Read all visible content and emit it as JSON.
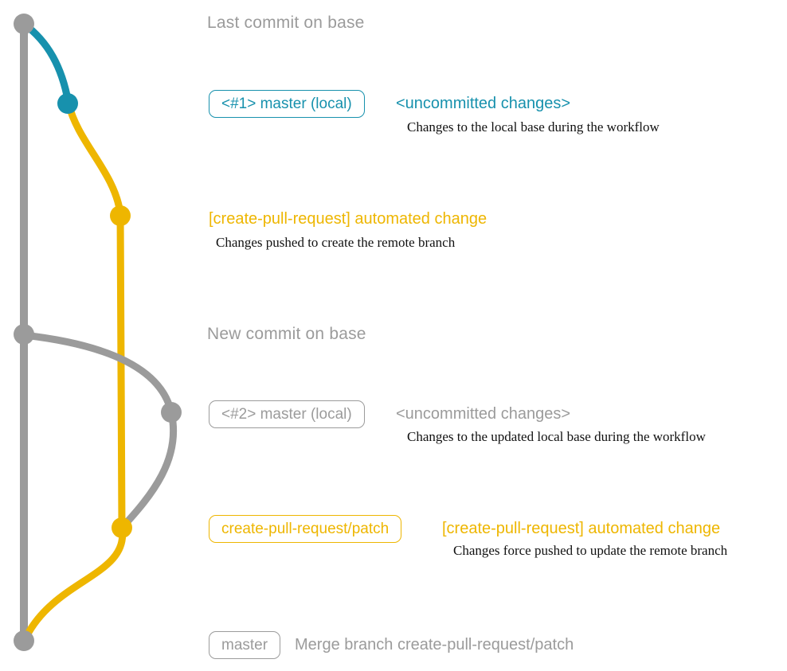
{
  "colors": {
    "gray": "#9b9b9b",
    "teal": "#1791ad",
    "yellow": "#eeb600",
    "ink": "#111111",
    "background": "#ffffff"
  },
  "annotations": {
    "last_commit_label": "Last commit on base",
    "master_local_1": {
      "badge": "<#1> master (local)",
      "note": "<uncommitted changes>",
      "desc": "Changes to the local base during the workflow"
    },
    "automated_change_1": {
      "title": "[create-pull-request] automated change",
      "desc": "Changes pushed to create the remote branch"
    },
    "new_commit_label": "New commit on base",
    "master_local_2": {
      "badge": "<#2> master (local)",
      "note": "<uncommitted changes>",
      "desc": "Changes to the updated local base during the workflow"
    },
    "patch_branch": {
      "badge": "create-pull-request/patch",
      "note": "[create-pull-request] automated change",
      "desc": "Changes force pushed to update the remote branch"
    },
    "merge": {
      "badge": "master",
      "note": "Merge branch create-pull-request/patch"
    }
  }
}
